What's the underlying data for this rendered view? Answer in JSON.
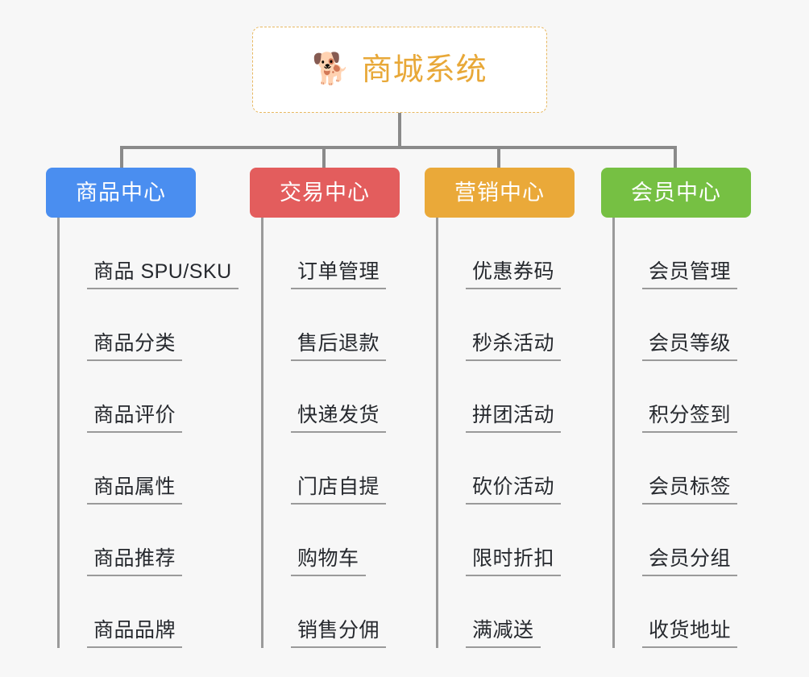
{
  "canvas": {
    "background_color": "#f7f7f7",
    "line_color": "#8a8a8a"
  },
  "root": {
    "icon": "shiba-dog-face-emoji",
    "icon_glyph": "🐕",
    "title": "商城系统",
    "text_color": "#e8a838",
    "border_color": "#e8b860",
    "background_color": "#ffffff"
  },
  "categories": [
    {
      "label": "商品中心",
      "color": "#4a8ef0",
      "items": [
        {
          "label": "商品 SPU/SKU"
        },
        {
          "label": "商品分类"
        },
        {
          "label": "商品评价"
        },
        {
          "label": "商品属性"
        },
        {
          "label": "商品推荐"
        },
        {
          "label": "商品品牌"
        }
      ]
    },
    {
      "label": "交易中心",
      "color": "#e35d5d",
      "items": [
        {
          "label": "订单管理"
        },
        {
          "label": "售后退款"
        },
        {
          "label": "快递发货"
        },
        {
          "label": "门店自提"
        },
        {
          "label": "购物车"
        },
        {
          "label": "销售分佣"
        }
      ]
    },
    {
      "label": "营销中心",
      "color": "#eaa939",
      "items": [
        {
          "label": "优惠券码"
        },
        {
          "label": "秒杀活动"
        },
        {
          "label": "拼团活动"
        },
        {
          "label": "砍价活动"
        },
        {
          "label": "限时折扣"
        },
        {
          "label": "满减送"
        }
      ]
    },
    {
      "label": "会员中心",
      "color": "#76c043",
      "items": [
        {
          "label": "会员管理"
        },
        {
          "label": "会员等级"
        },
        {
          "label": "积分签到"
        },
        {
          "label": "会员标签"
        },
        {
          "label": "会员分组"
        },
        {
          "label": "收货地址"
        }
      ]
    }
  ]
}
